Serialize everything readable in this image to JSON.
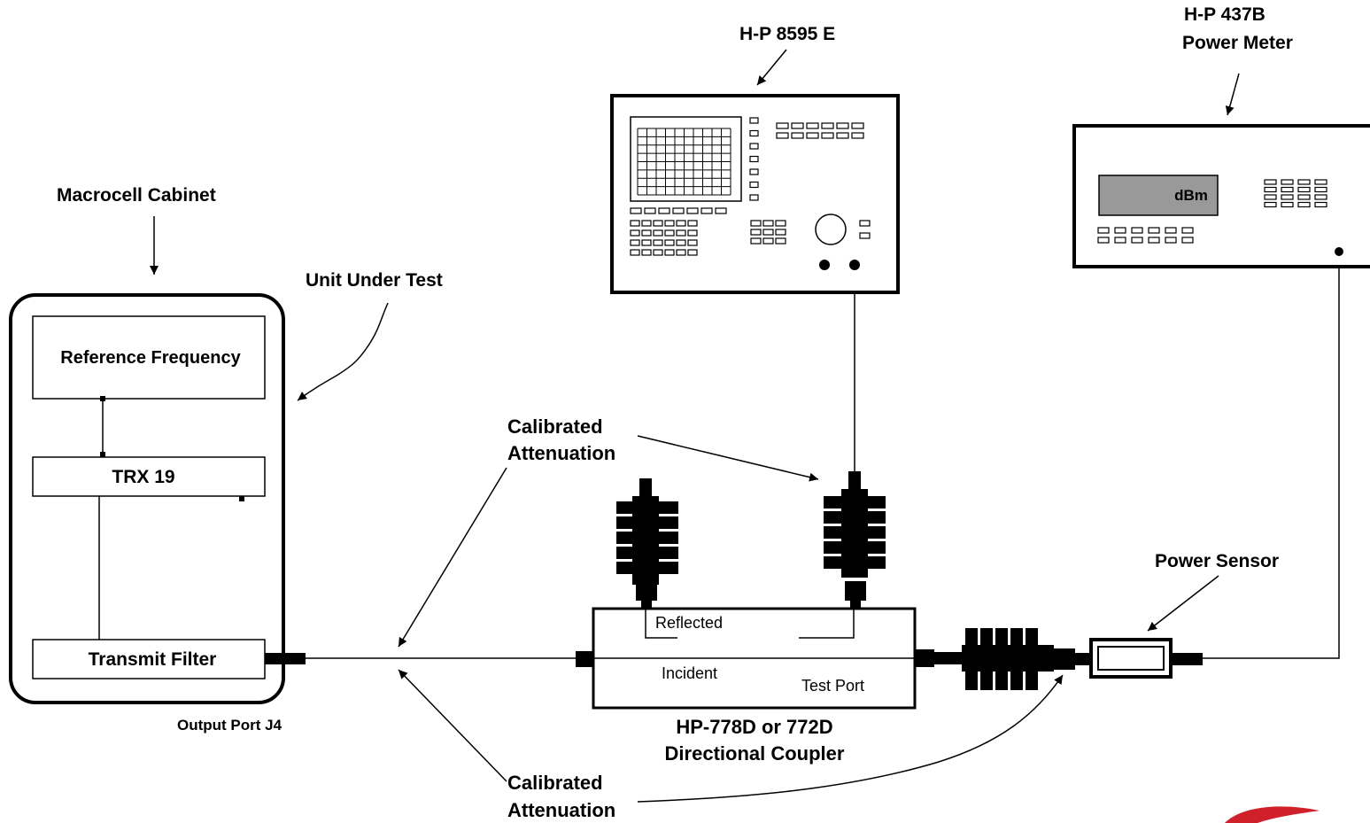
{
  "labels": {
    "analyzer": "H-P 8595 E",
    "power_meter_line1": "H-P 437B",
    "power_meter_line2": "Power Meter",
    "cabinet": "Macrocell Cabinet",
    "uut": "Unit Under Test",
    "reference_frequency": "Reference Frequency",
    "trx": "TRX 19",
    "transmit_filter": "Transmit Filter",
    "output_port": "Output Port J4",
    "cal_att_top_line1": "Calibrated",
    "cal_att_top_line2": "Attenuation",
    "cal_att_bottom_line1": "Calibrated",
    "cal_att_bottom_line2": "Attenuation",
    "reflected": "Reflected",
    "incident": "Incident",
    "test_port": "Test Port",
    "coupler_line1": "HP-778D or 772D",
    "coupler_line2": "Directional Coupler",
    "power_sensor": "Power Sensor",
    "meter_display": "dBm"
  },
  "icons": [
    "spectrum-analyzer-icon",
    "power-meter-icon",
    "attenuator-icon",
    "power-sensor-icon",
    "logo-mark"
  ]
}
